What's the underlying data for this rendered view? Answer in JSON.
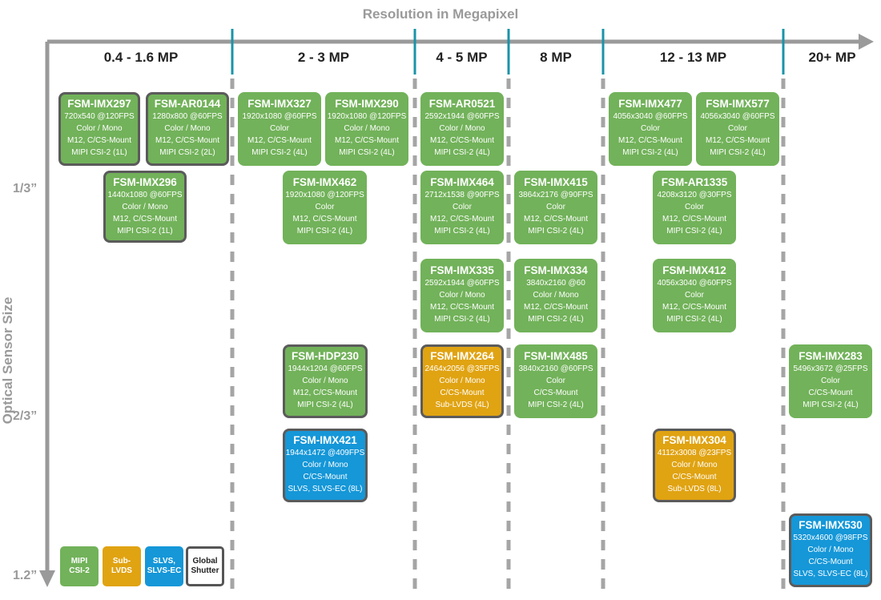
{
  "title": "Resolution in Megapixel",
  "y_axis_label": "Optical Sensor Size",
  "columns": [
    "0.4 - 1.6 MP",
    "2 - 3 MP",
    "4 - 5 MP",
    "8 MP",
    "12 - 13 MP",
    "20+ MP"
  ],
  "rows": [
    "1/3”",
    "2/3”",
    "1.2”"
  ],
  "colors": {
    "mipi": "#72b25a",
    "sublvds": "#e0a312",
    "slvs": "#1597d8",
    "global_shutter_border": "#5b5b5b",
    "axis": "#9a9a9a",
    "divider": "#1a93a8"
  },
  "legend": [
    {
      "label": "MIPI\nCSI-2",
      "type": "mipi"
    },
    {
      "label": "Sub-\nLVDS",
      "type": "sublvds"
    },
    {
      "label": "SLVS,\nSLVS-EC",
      "type": "slvs"
    },
    {
      "label": "Global\nShutter",
      "type": "global_shutter"
    }
  ],
  "cards": [
    {
      "name": "FSM-IMX297",
      "lines": [
        "720x540 @120FPS",
        "Color / Mono",
        "M12, C/CS-Mount",
        "MIPI CSI-2 (1L)"
      ],
      "type": "mipi",
      "global_shutter": true
    },
    {
      "name": "FSM-AR0144",
      "lines": [
        "1280x800 @60FPS",
        "Color / Mono",
        "M12, C/CS-Mount",
        "MIPI CSI-2 (2L)"
      ],
      "type": "mipi",
      "global_shutter": true
    },
    {
      "name": "FSM-IMX296",
      "lines": [
        "1440x1080 @60FPS",
        "Color / Mono",
        "M12, C/CS-Mount",
        "MIPI CSI-2 (1L)"
      ],
      "type": "mipi",
      "global_shutter": true
    },
    {
      "name": "FSM-IMX327",
      "lines": [
        "1920x1080 @60FPS",
        "Color",
        "M12, C/CS-Mount",
        "MIPI CSI-2 (4L)"
      ],
      "type": "mipi",
      "global_shutter": false
    },
    {
      "name": "FSM-IMX290",
      "lines": [
        "1920x1080 @120FPS",
        "Color / Mono",
        "M12, C/CS-Mount",
        "MIPI CSI-2 (4L)"
      ],
      "type": "mipi",
      "global_shutter": false
    },
    {
      "name": "FSM-IMX462",
      "lines": [
        "1920x1080 @120FPS",
        "Color",
        "M12, C/CS-Mount",
        "MIPI CSI-2 (4L)"
      ],
      "type": "mipi",
      "global_shutter": false
    },
    {
      "name": "FSM-HDP230",
      "lines": [
        "1944x1204 @60FPS",
        "Color / Mono",
        "M12, C/CS-Mount",
        "MIPI CSI-2 (4L)"
      ],
      "type": "mipi",
      "global_shutter": true
    },
    {
      "name": "FSM-IMX421",
      "lines": [
        "1944x1472 @409FPS",
        "Color / Mono",
        "C/CS-Mount",
        "SLVS, SLVS-EC (8L)"
      ],
      "type": "slvs",
      "global_shutter": true
    },
    {
      "name": "FSM-AR0521",
      "lines": [
        "2592x1944 @60FPS",
        "Color / Mono",
        "M12, C/CS-Mount",
        "MIPI CSI-2 (4L)"
      ],
      "type": "mipi",
      "global_shutter": false
    },
    {
      "name": "FSM-IMX464",
      "lines": [
        "2712x1538 @90FPS",
        "Color",
        "M12, C/CS-Mount",
        "MIPI CSI-2 (4L)"
      ],
      "type": "mipi",
      "global_shutter": false
    },
    {
      "name": "FSM-IMX335",
      "lines": [
        "2592x1944 @60FPS",
        "Color / Mono",
        "M12, C/CS-Mount",
        "MIPI CSI-2 (4L)"
      ],
      "type": "mipi",
      "global_shutter": false
    },
    {
      "name": "FSM-IMX264",
      "lines": [
        "2464x2056 @35FPS",
        "Color / Mono",
        "C/CS-Mount",
        "Sub-LVDS (4L)"
      ],
      "type": "sublvds",
      "global_shutter": true
    },
    {
      "name": "FSM-IMX415",
      "lines": [
        "3864x2176 @90FPS",
        "Color",
        "M12, C/CS-Mount",
        "MIPI CSI-2 (4L)"
      ],
      "type": "mipi",
      "global_shutter": false
    },
    {
      "name": "FSM-IMX334",
      "lines": [
        "3840x2160 @60",
        "Color / Mono",
        "M12, C/CS-Mount",
        "MIPI CSI-2 (4L)"
      ],
      "type": "mipi",
      "global_shutter": false
    },
    {
      "name": "FSM-IMX485",
      "lines": [
        "3840x2160 @60FPS",
        "Color",
        "C/CS-Mount",
        "MIPI CSI-2 (4L)"
      ],
      "type": "mipi",
      "global_shutter": false
    },
    {
      "name": "FSM-IMX477",
      "lines": [
        "4056x3040 @60FPS",
        "Color",
        "M12, C/CS-Mount",
        "MIPI CSI-2 (4L)"
      ],
      "type": "mipi",
      "global_shutter": false
    },
    {
      "name": "FSM-IMX577",
      "lines": [
        "4056x3040 @60FPS",
        "Color",
        "M12, C/CS-Mount",
        "MIPI CSI-2 (4L)"
      ],
      "type": "mipi",
      "global_shutter": false
    },
    {
      "name": "FSM-AR1335",
      "lines": [
        "4208x3120 @30FPS",
        "Color",
        "M12, C/CS-Mount",
        "MIPI CSI-2 (4L)"
      ],
      "type": "mipi",
      "global_shutter": false
    },
    {
      "name": "FSM-IMX412",
      "lines": [
        "4056x3040 @60FPS",
        "Color",
        "M12, C/CS-Mount",
        "MIPI CSI-2 (4L)"
      ],
      "type": "mipi",
      "global_shutter": false
    },
    {
      "name": "FSM-IMX304",
      "lines": [
        "4112x3008 @23FPS",
        "Color / Mono",
        "C/CS-Mount",
        "Sub-LVDS (8L)"
      ],
      "type": "sublvds",
      "global_shutter": true
    },
    {
      "name": "FSM-IMX283",
      "lines": [
        "5496x3672 @25FPS",
        "Color",
        "C/CS-Mount",
        "MIPI CSI-2 (4L)"
      ],
      "type": "mipi",
      "global_shutter": false
    },
    {
      "name": "FSM-IMX530",
      "lines": [
        "5320x4600 @98FPS",
        "Color / Mono",
        "C/CS-Mount",
        "SLVS, SLVS-EC (8L)"
      ],
      "type": "slvs",
      "global_shutter": true
    }
  ]
}
